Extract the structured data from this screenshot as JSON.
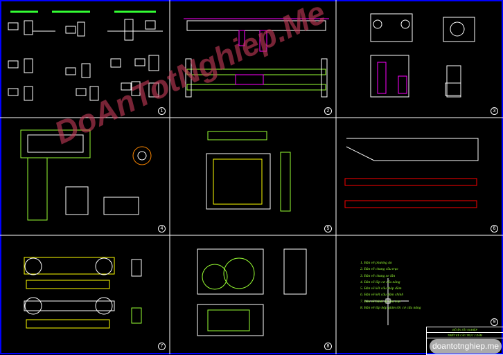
{
  "drawing": {
    "sheets": [
      "1",
      "2",
      "3",
      "4",
      "5",
      "6",
      "7",
      "8",
      "9"
    ],
    "drawing_list": [
      "1. Bản vẽ phương án",
      "2. Bản vẽ chung cầu trục",
      "3. Bản vẽ chung xe lăn",
      "4. Bản vẽ lắp cơ cấu nâng",
      "5. Bản vẽ kết cấu thép dầm",
      "6. Bản vẽ kết cấu dầm chính",
      "7. Bản vẽ bánh xe cầu trục",
      "8. Bản vẽ lắp hộp giảm tốc cơ cấu nâng"
    ],
    "title_block": {
      "line1": "ĐỒ ÁN TỐT NGHIỆP",
      "line2": "THIẾT KẾ CẦU TRỤC 2 DẦM"
    }
  },
  "watermark": {
    "diagonal": "DoAnTotNghiep.Me",
    "badge": "doantotnghiep.me"
  },
  "colors": {
    "background": "#000000",
    "line": "#ffffff",
    "accent": "#99ff33",
    "magenta": "#ff00ff",
    "border": "#0000ff"
  }
}
